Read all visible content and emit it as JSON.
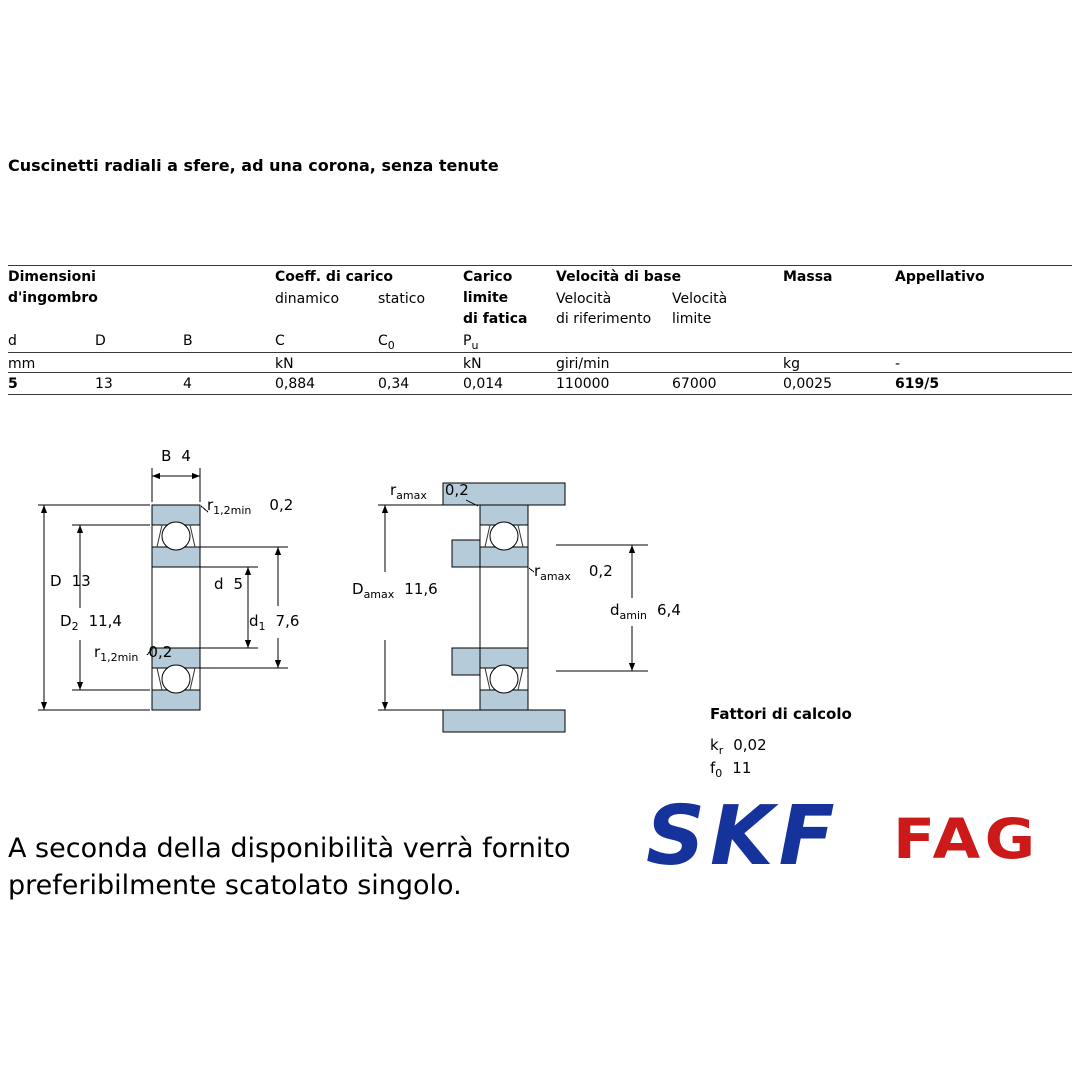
{
  "colors": {
    "skf-blue": "#16339b",
    "fag-red": "#cc1a1a",
    "steel": "#b5cbd9"
  },
  "title": "Cuscinetti radiali a sfere, ad una corona, senza tenute",
  "table": {
    "headers": {
      "dim1": "Dimensioni",
      "dim2": "d'ingombro",
      "coeff": "Coeff. di carico",
      "dinamico": "dinamico",
      "statico": "statico",
      "carico1": "Carico",
      "carico2": "limite",
      "carico3": "di fatica",
      "vel": "Velocità di base",
      "vel_rif1": "Velocità",
      "vel_rif2": "di riferimento",
      "vel_lim1": "Velocità",
      "vel_lim2": "limite",
      "massa": "Massa",
      "appellativo": "Appellativo"
    },
    "symbols": {
      "d": "d",
      "D": "D",
      "B": "B",
      "C": "C",
      "C0_base": "C",
      "C0_sub": "0",
      "Pu_base": "P",
      "Pu_sub": "u"
    },
    "units": {
      "mm": "mm",
      "kn1": "kN",
      "kn2": "kN",
      "girimin": "giri/min",
      "kg": "kg",
      "dash": "-"
    },
    "values": {
      "d": "5",
      "D": "13",
      "B": "4",
      "C": "0,884",
      "C0": "0,34",
      "Pu": "0,014",
      "vel_rif": "110000",
      "vel_lim": "67000",
      "massa": "0,0025",
      "appellativo": "619/5"
    }
  },
  "diagram_left": {
    "b_label": "B",
    "b_value": "4",
    "r_top_base": "r",
    "r_top_sub": "1,2min",
    "r_top_value": "0,2",
    "D_label": "D",
    "D_value": "13",
    "D2_base": "D",
    "D2_sub": "2",
    "D2_value": "11,4",
    "d_label": "d",
    "d_value": "5",
    "d1_base": "d",
    "d1_sub": "1",
    "d1_value": "7,6",
    "r_bottom_base": "r",
    "r_bottom_sub": "1,2min",
    "r_bottom_value": "0,2"
  },
  "diagram_right": {
    "ra_top_base": "r",
    "ra_top_sub": "amax",
    "ra_top_value": "0,2",
    "Damax_base": "D",
    "Damax_sub": "amax",
    "Damax_value": "11,6",
    "ra_mid_base": "r",
    "ra_mid_sub": "amax",
    "ra_mid_value": "0,2",
    "damin_base": "d",
    "damin_sub": "amin",
    "damin_value": "6,4"
  },
  "fattori": {
    "title": "Fattori di calcolo",
    "kr_base": "k",
    "kr_sub": "r",
    "kr_value": "0,02",
    "f0_base": "f",
    "f0_sub": "0",
    "f0_value": "11"
  },
  "logos": {
    "skf": "SKF",
    "fag": "FAG"
  },
  "availability": {
    "line1": "A seconda della disponibilità verrà fornito",
    "line2": "preferibilmente scatolato singolo."
  }
}
